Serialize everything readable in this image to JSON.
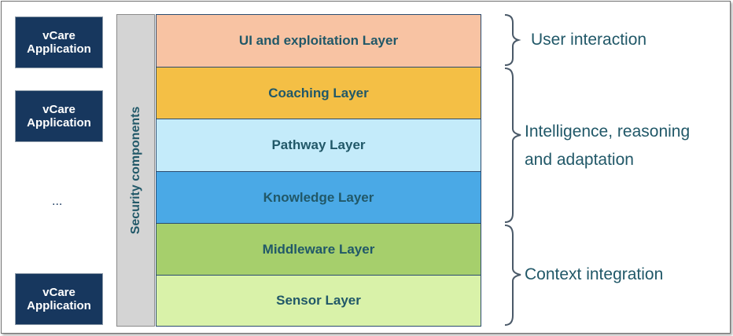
{
  "apps": [
    {
      "label_line1": "vCare",
      "label_line2": "Application"
    },
    {
      "label_line1": "vCare",
      "label_line2": "Application"
    },
    {
      "label_line1": "vCare",
      "label_line2": "Application"
    }
  ],
  "ellipsis": "...",
  "security": {
    "label": "Security components"
  },
  "layers": [
    {
      "label": "UI and exploitation Layer",
      "color": "#f8c3a3"
    },
    {
      "label": "Coaching Layer",
      "color": "#f4bf45"
    },
    {
      "label": "Pathway Layer",
      "color": "#c4ebfa"
    },
    {
      "label": "Knowledge Layer",
      "color": "#4aa9e6"
    },
    {
      "label": "Middleware Layer",
      "color": "#a6cf6c"
    },
    {
      "label": "Sensor Layer",
      "color": "#d9f2a9"
    }
  ],
  "groups": {
    "user": {
      "line1": "User interaction"
    },
    "intel": {
      "line1": "Intelligence, reasoning",
      "line2": "and adaptation"
    },
    "context": {
      "line1": "Context integration"
    }
  },
  "colors": {
    "text": "#215868",
    "app_bg": "#17375e",
    "brace": "#4a5968"
  }
}
